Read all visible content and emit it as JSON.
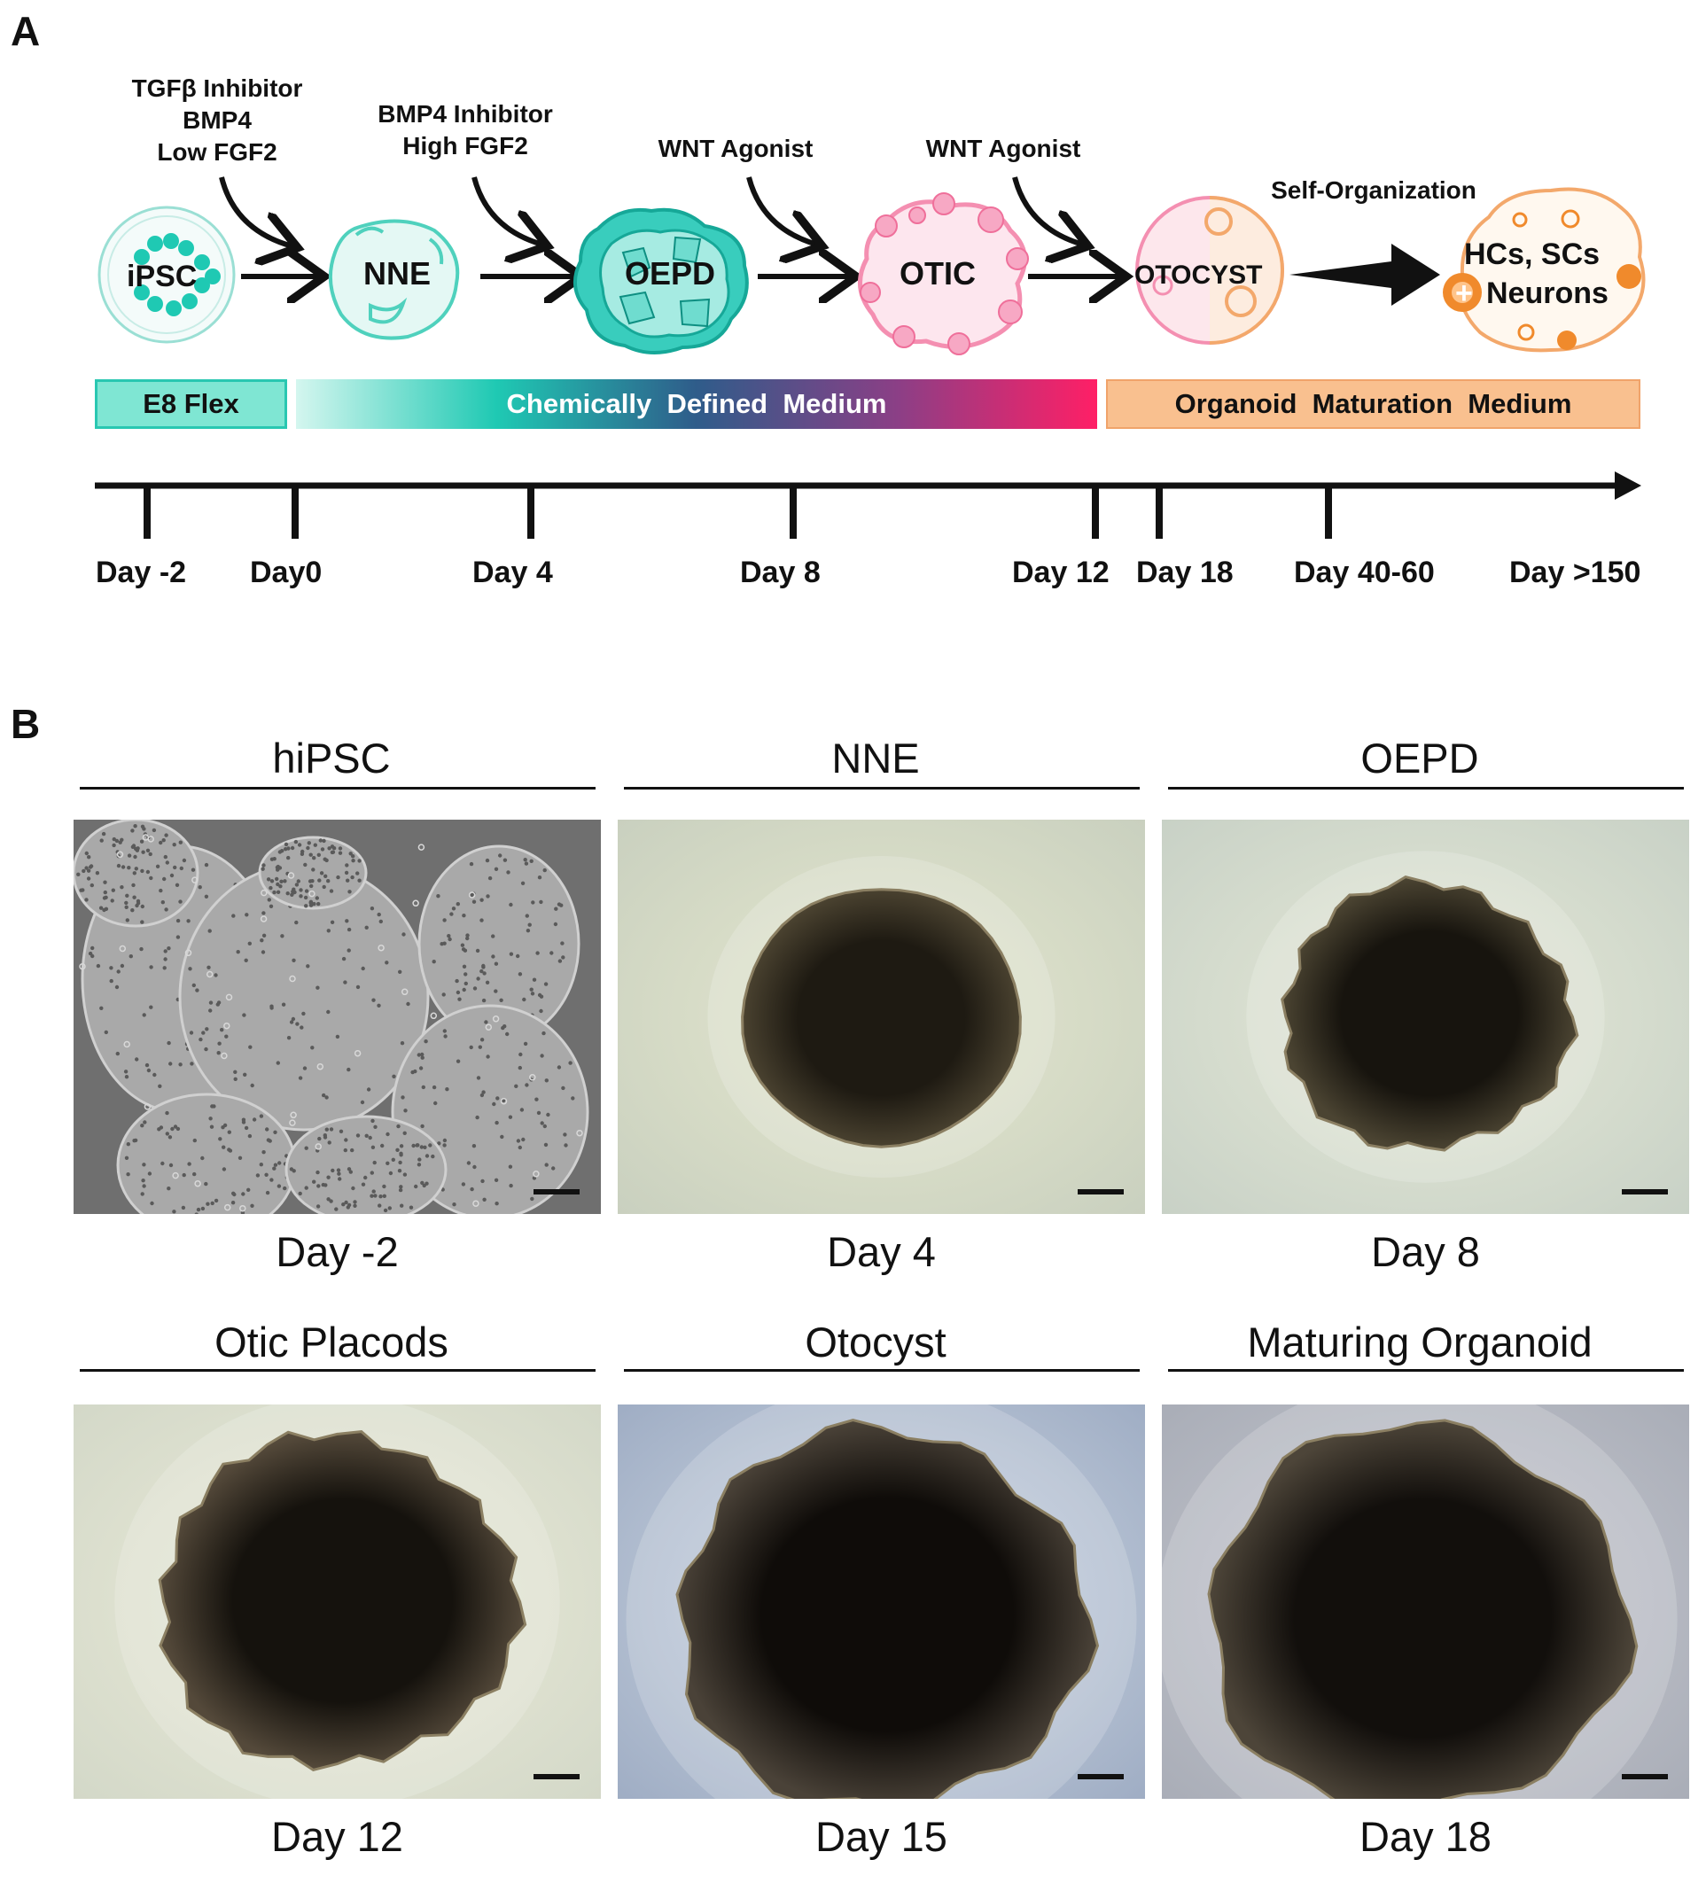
{
  "panel_a": {
    "letter": "A",
    "reagents": [
      {
        "lines": [
          "TGFβ Inhibitor",
          "BMP4",
          "Low FGF2"
        ]
      },
      {
        "lines": [
          "BMP4 Inhibitor",
          "High FGF2"
        ]
      },
      {
        "lines": [
          "WNT Agonist"
        ]
      },
      {
        "lines": [
          "WNT Agonist"
        ]
      }
    ],
    "self_organization": "Self-Organization",
    "stages": {
      "ipsc": "iPSC",
      "nne": "NNE",
      "oepd": "OEPD",
      "otic": "OTIC",
      "otocyst": "OTOCYST",
      "final_line1": "HCs, SCs",
      "final_plus": "+",
      "final_line2": "Neurons"
    },
    "media": [
      {
        "label": "E8 Flex",
        "color": "#7fe6d3"
      },
      {
        "label": "Chemically  Defined  Medium",
        "gradient": [
          "#d4f6ef",
          "#1fc9b3",
          "#2f5c8a",
          "#8b3f86",
          "#ff1f66"
        ]
      },
      {
        "label": "Organoid  Maturation  Medium",
        "color": "#f9c08f"
      }
    ],
    "timeline": [
      "Day -2",
      "Day0",
      "Day 4",
      "Day 8",
      "Day 12",
      "Day 18",
      "Day 40-60",
      "Day >150"
    ]
  },
  "panel_b": {
    "letter": "B",
    "images": [
      {
        "title": "hiPSC",
        "caption": "Day -2",
        "style": "ipsc"
      },
      {
        "title": "NNE",
        "caption": "Day 4",
        "style": "sphere-small"
      },
      {
        "title": "OEPD",
        "caption": "Day 8",
        "style": "sphere-bumpy"
      },
      {
        "title": "Otic Placods",
        "caption": "Day 12",
        "style": "sphere-large"
      },
      {
        "title": "Otocyst",
        "caption": "Day 15",
        "style": "sphere-blue"
      },
      {
        "title": "Maturing Organoid",
        "caption": "Day 18",
        "style": "sphere-grey"
      }
    ]
  },
  "colors": {
    "teal": "#1fc9b3",
    "pink": "#f25c8a",
    "orange": "#f08a2c"
  }
}
